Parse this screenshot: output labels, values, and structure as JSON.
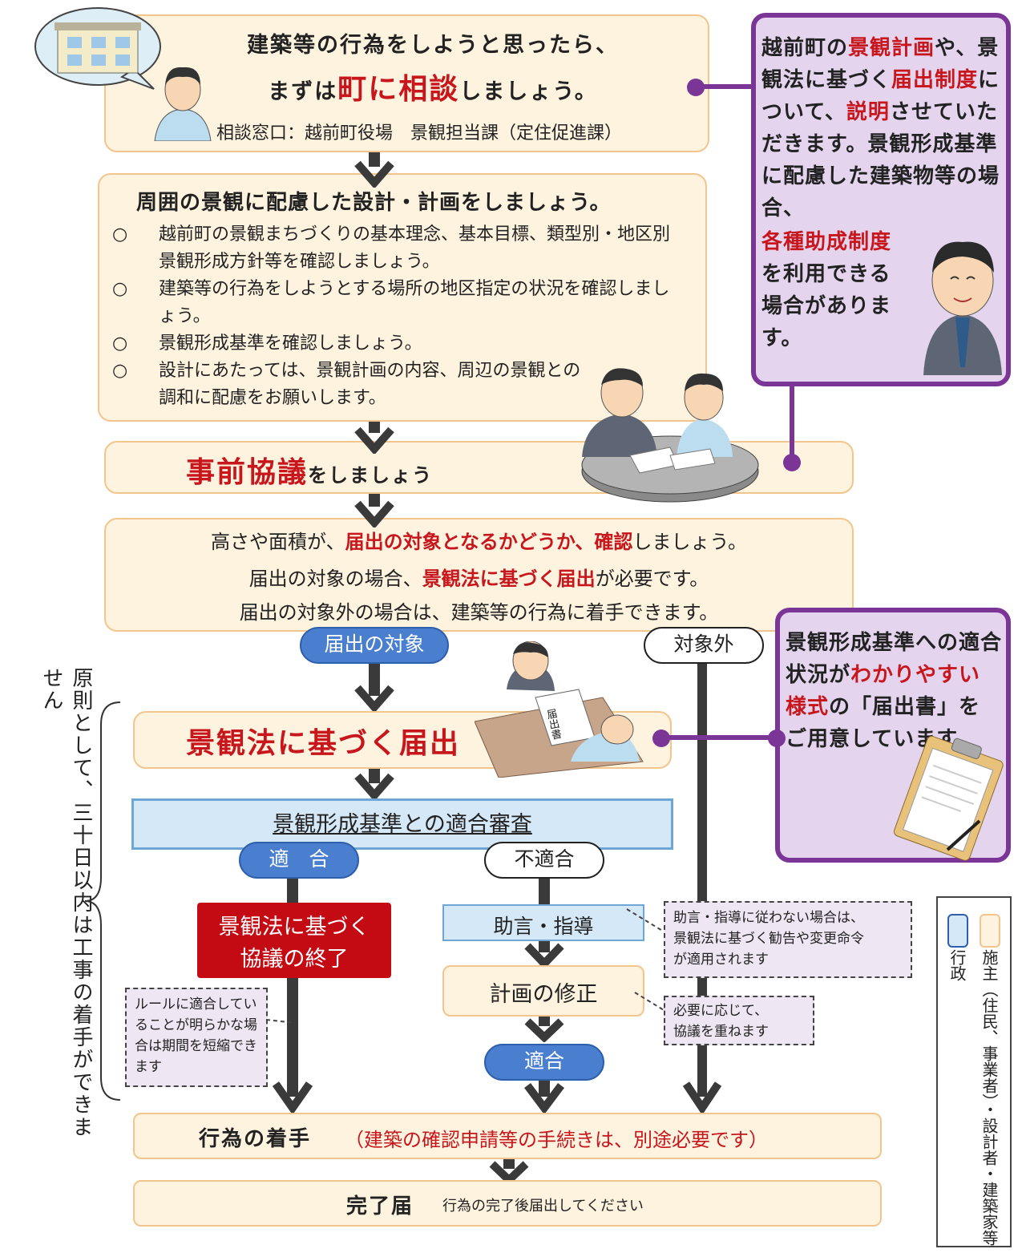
{
  "step1": {
    "line1": "建築等の行為をしようと思ったら、",
    "line2_pre": "まずは",
    "line2_red": "町に相談",
    "line2_post": "しましょう。",
    "contact": "相談窓口：越前町役場　景観担当課（定住促進課）"
  },
  "step2": {
    "title": "周囲の景観に配慮した設計・計画をしましょう。",
    "bullet": "○",
    "items": [
      "越前町の景観まちづくりの基本理念、基本目標、類型別・地区別景観形成方針等を確認しましょう。",
      "建築等の行為をしようとする場所の地区指定の状況を確認しましょう。",
      "景観形成基準を確認しましょう。",
      "設計にあたっては、景観計画の内容、周辺の景観との調和に配慮をお願いします。"
    ]
  },
  "step3": {
    "red": "事前協議",
    "post": "をしましょう"
  },
  "step4": {
    "l1_pre": "高さや面積が、",
    "l1_red1": "届出の対象となるかどうか、確認",
    "l1_post": "しましょう。",
    "l2_pre": "届出の対象の場合、",
    "l2_red": "景観法に基づく届出",
    "l2_post": "が必要です。",
    "l3": "届出の対象外の場合は、建築等の行為に着手できます。"
  },
  "branch": {
    "target": "届出の対象",
    "excluded": "対象外"
  },
  "step5": {
    "title": "景観法に基づく届出",
    "doc_label": "届出書"
  },
  "review": {
    "title": "景観形成基準との適合審査",
    "pass": "適　合",
    "fail": "不適合"
  },
  "end_consult": {
    "line1": "景観法に基づく",
    "line2": "協議の終了"
  },
  "advice": "助言・指導",
  "revise": "計画の修正",
  "pass2": "適合",
  "start_work": {
    "bold": "行為の着手",
    "red": "（建築の確認申請等の手続きは、別途必要です）"
  },
  "complete": {
    "bold": "完了届",
    "note": "行為の完了後届出してください"
  },
  "notes": {
    "rule": "ルールに適合していることが明らかな場合は期間を短縮できます",
    "advice": [
      "助言・指導に従わない場合は、",
      "景観法に基づく勧告や変更命令",
      "が適用されます"
    ],
    "repeat": [
      "必要に応じて、",
      "協議を重ねます"
    ]
  },
  "side1": {
    "t1": "越前町の",
    "r1": "景観計画",
    "t2": "や、景観法に基づく",
    "r2": "届出制度",
    "t3": "について、",
    "r3": "説明",
    "t4": "させていただきます。",
    "t5": "景観形成基準に配慮した建築物等の場合、",
    "r4": "各種助成制度",
    "t6": "を利用できる場合があります。"
  },
  "side2": {
    "t1": "景観形成基準への適合状況が",
    "r1": "わかりやすい様式",
    "t2": "の「届出書」をご用意しています。"
  },
  "left_vertical": "原則として、三十日以内は工事の着手ができません",
  "legend": {
    "admin": "行政",
    "owner": "施主（住民、事業者）・設計者・建築家等"
  },
  "colors": {
    "red": "#c8161d",
    "purple": "#7a3596",
    "blue": "#4a7fcf",
    "cream": "#fdf3df"
  }
}
